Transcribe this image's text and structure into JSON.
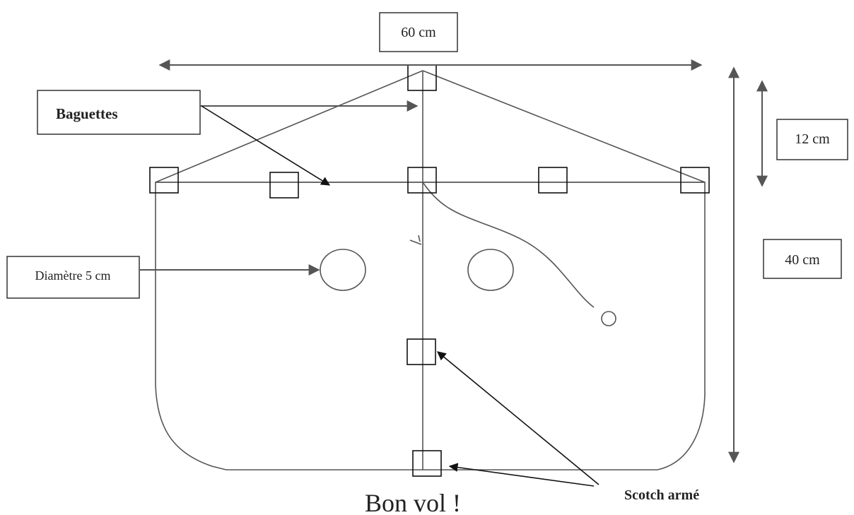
{
  "labels": {
    "width": "60 cm",
    "sail_height": "12 cm",
    "height": "40 cm",
    "sticks": "Baguettes",
    "hole": "Diamètre 5 cm",
    "tape": "Scotch armé",
    "footer": "Bon vol !"
  },
  "colors": {
    "outline": "#555555",
    "arrow_black": "#111111",
    "arrow_gray": "#555555"
  }
}
